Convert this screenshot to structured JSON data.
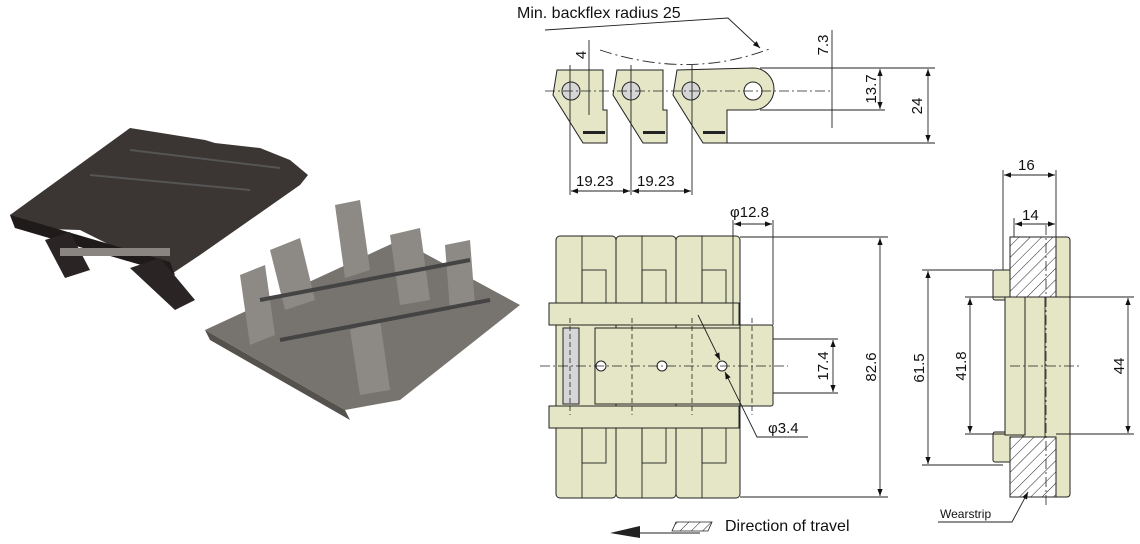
{
  "side_view": {
    "backflex_label": "Min. backflex radius 25",
    "dim_4": "4",
    "dim_7_3": "7.3",
    "dim_13_7": "13.7",
    "dim_24": "24",
    "pitch_1": "19.23",
    "pitch_2": "19.23"
  },
  "top_view": {
    "dim_phi_12_8": "φ12.8",
    "dim_17_4": "17.4",
    "dim_82_6": "82.6",
    "dim_phi_3_4": "φ3.4",
    "direction_label": "Direction of travel"
  },
  "end_view": {
    "dim_16": "16",
    "dim_14": "14",
    "dim_61_5": "61.5",
    "dim_41_8": "41.8",
    "dim_44": "44",
    "wearstrip_label": "Wearstrip"
  },
  "colors": {
    "part_fill": "#e4e6c6",
    "dark_chain": "#3b3533",
    "grey_chain": "#77736f"
  }
}
